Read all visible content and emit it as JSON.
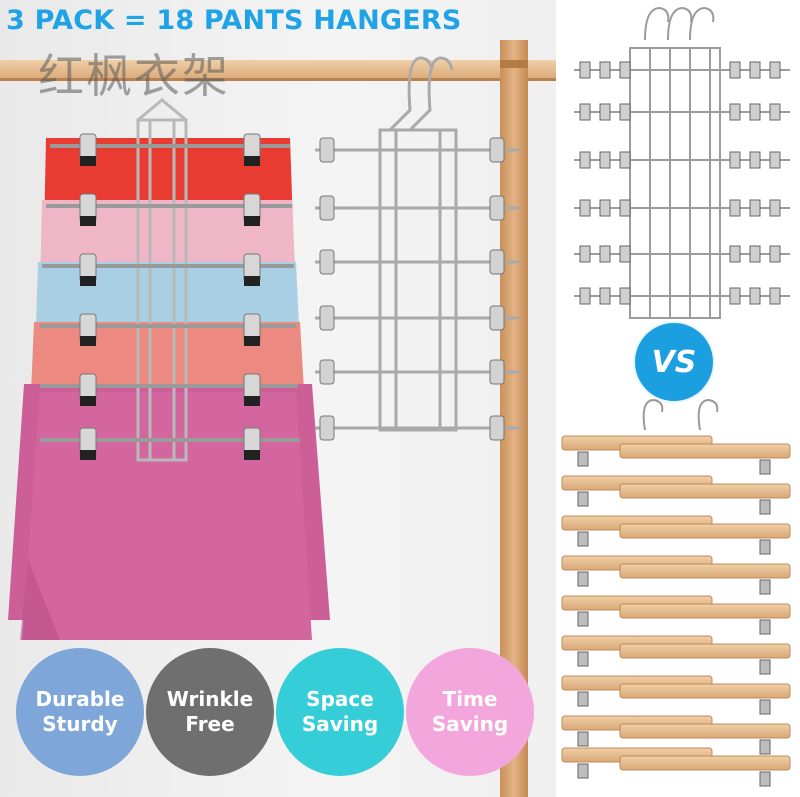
{
  "headline": "3 PACK = 18 PANTS HANGERS",
  "watermark": "红枫衣架",
  "vs_label": "VS",
  "badges": [
    {
      "line1": "Durable",
      "line2": "Sturdy",
      "color": "#7fa6d8"
    },
    {
      "line1": "Wrinkle",
      "line2": "Free",
      "color": "#6f6f6f"
    },
    {
      "line1": "Space",
      "line2": "Saving",
      "color": "#35cdd8"
    },
    {
      "line1": "Time",
      "line2": "Saving",
      "color": "#f2a6dc"
    }
  ],
  "colors": {
    "headline": "#1fa3e6",
    "skirt_red": "#e83b32",
    "skirt_pink": "#efb6c8",
    "skirt_blue": "#a9cfe4",
    "skirt_coral": "#ec8a82",
    "skirt_magenta": "#cc5f98",
    "wood_rail": "#d8a572",
    "vs_badge": "#1b9fe0"
  },
  "icons": {
    "vs_badge": "vs-circle-icon"
  }
}
